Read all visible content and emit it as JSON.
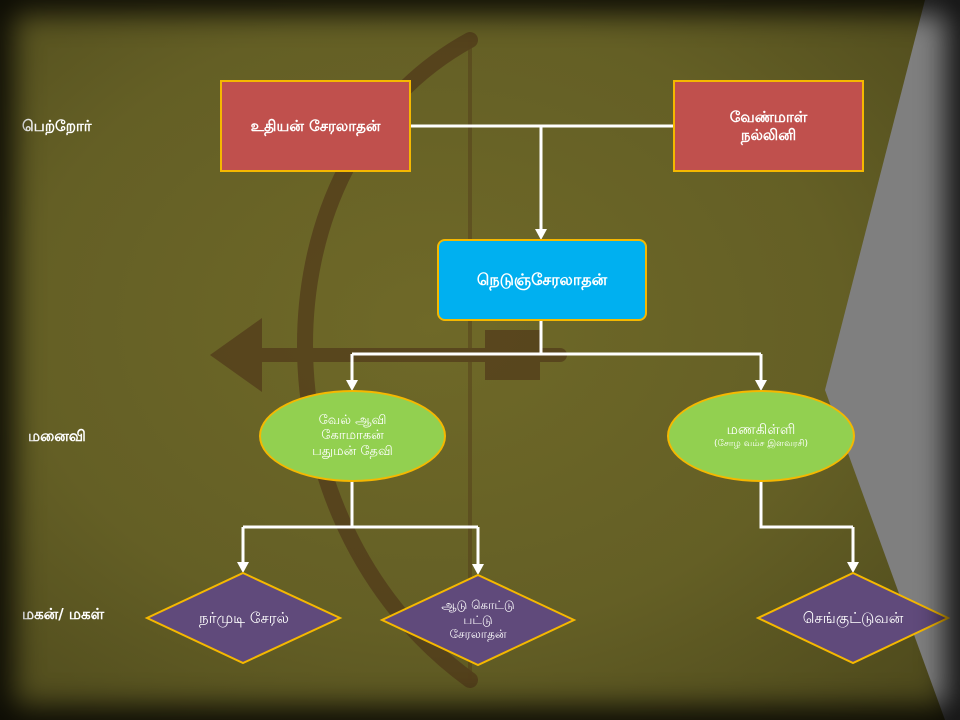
{
  "row_labels": {
    "parents": "பெற்றோர்",
    "wife": "மனைவி",
    "children": "மகன்/ மகள்"
  },
  "nodes": {
    "father": {
      "label": "உதியன் சேரலாதன்"
    },
    "mother": {
      "line1": "வேண்மாள்",
      "line2": "நல்லினி"
    },
    "king": {
      "label": "நெடுஞ்சேரலாதன்"
    },
    "wife_left": {
      "line1": "வேல் ஆவி",
      "line2": "கோமாகன்",
      "line3": "பதுமன் தேவி"
    },
    "wife_right": {
      "name": "மணகிள்ளி",
      "note": "(சோழ வம்ச இளவரசி)"
    },
    "son1": {
      "label": "நர்முடி சேரல்"
    },
    "son2": {
      "line1": "ஆடு கொட்டு",
      "line2": "பட்டு",
      "line3": "சேரலாதன்"
    },
    "son3": {
      "label": "செங்குட்டுவன்"
    }
  },
  "colors": {
    "background": "#645f25",
    "gray_band": "#7f7f7f",
    "rect_fill": "#c0504d",
    "center_fill": "#00b0f0",
    "ellipse_fill": "#92d050",
    "diamond_fill": "#604a7b",
    "outline": "#f5b800",
    "connector": "#ffffff"
  }
}
